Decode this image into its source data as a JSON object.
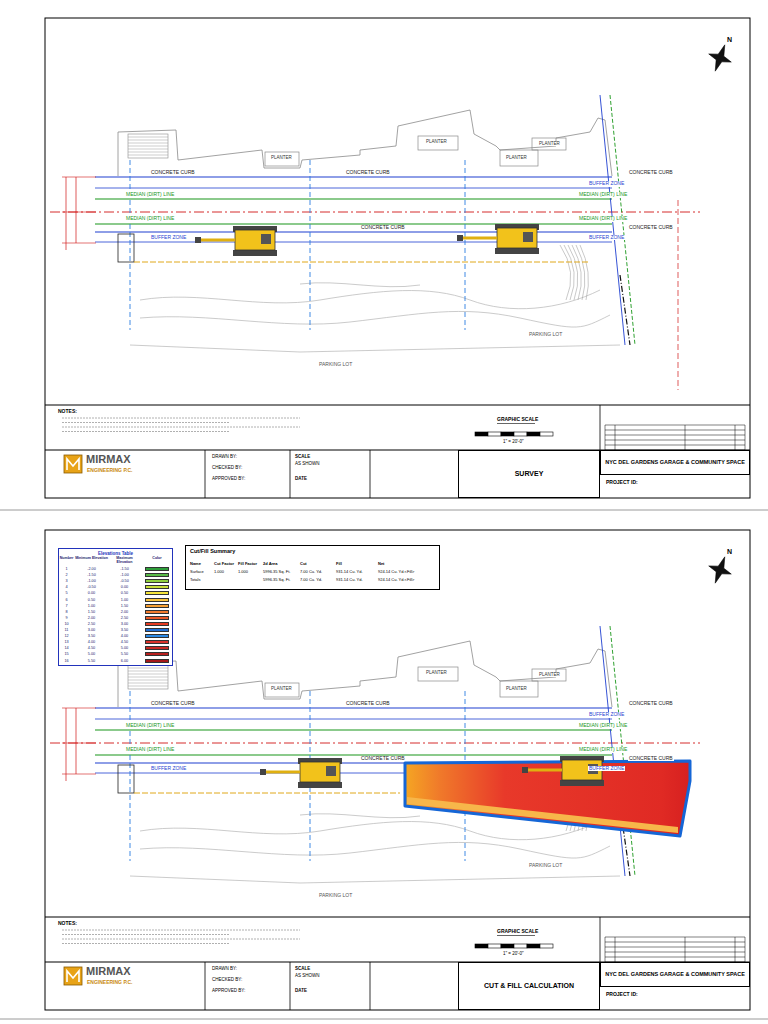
{
  "diagram": {
    "nodes": [
      {
        "text": [
          "SURVEY"
        ]
      },
      {
        "text": [
          "NYC DEL GARDENS GARAGE & COMMUNITY SPACE"
        ]
      },
      {
        "text": [
          "Elevations Table"
        ]
      },
      {
        "text": [
          "Cut/Fill Summary"
        ]
      },
      {
        "text": [
          "CUT & FILL CALCULATION"
        ]
      },
      {
        "text": [
          "NYC DEL GARDENS GARAGE & COMMUNITY SPACE"
        ]
      }
    ],
    "labels": [
      "CONCRETE CURB",
      "CONCRETE CURB",
      "CONCRETE CURB",
      "BUFFER ZONE",
      "MEDIAN (DIRT) LINE",
      "MEDIAN (DIRT) LINE",
      "MEDIAN (DIRT) LINE",
      "MEDIAN (DIRT) LINE",
      "CONCRETE CURB",
      "CONCRETE CURB",
      "BUFFER ZONE",
      "BUFFER ZONE",
      "PLANTER",
      "PLANTER",
      "PLANTER",
      "PLANTER",
      "PARKING LOT",
      "PARKING LOT",
      "N",
      "NOTES:",
      "GRAPHIC SCALE",
      "1\" = 20'-0\"",
      "DRAWN BY:",
      "CHECKED BY:",
      "APPROVED BY:",
      "SCALE",
      "AS SHOWN",
      "DATE",
      "MIRMAX",
      "ENGINEERING P.C.",
      "PROJECT ID:",
      "CONCRETE CURB",
      "CONCRETE CURB",
      "CONCRETE CURB",
      "BUFFER ZONE",
      "MEDIAN (DIRT) LINE",
      "MEDIAN (DIRT) LINE",
      "MEDIAN (DIRT) LINE",
      "MEDIAN (DIRT) LINE",
      "CONCRETE CURB",
      "CONCRETE CURB",
      "BUFFER ZONE",
      "BUFFER ZONE",
      "PLANTER",
      "PLANTER",
      "PLANTER",
      "PLANTER",
      "PARKING LOT",
      "PARKING LOT",
      "N",
      "NOTES:",
      "GRAPHIC SCALE",
      "1\" = 20'-0\"",
      "DRAWN BY:",
      "CHECKED BY:",
      "APPROVED BY:",
      "SCALE",
      "AS SHOWN",
      "DATE",
      "MIRMAX",
      "ENGINEERING P.C.",
      "PROJECT ID:",
      "Name",
      "Cut Factor",
      "Fill Factor",
      "2d Area",
      "Cut",
      "Fill",
      "Net",
      "Surface",
      "1.000",
      "1.000",
      "5996.35 Sq. Ft.",
      "7.00 Cu. Yd.",
      "931.14 Cu. Yd.",
      "924.14 Cu. Yd.<Fill>",
      "Totals",
      "5996.35 Sq. Ft.",
      "7.00 Cu. Yd.",
      "931.14 Cu. Yd.",
      "924.14 Cu. Yd.<Fill>",
      "Number",
      "Minimum Elevation",
      "Maximum Elevation",
      "Color",
      "-2.00",
      "-1.50",
      "-1.50",
      "-1.00",
      "-1.00",
      "-0.50",
      "-0.50",
      "0.00",
      "0.00",
      "0.50",
      "0.50",
      "1.00",
      "1.00",
      "1.50",
      "1.50",
      "2.00",
      "2.00",
      "2.50",
      "2.50",
      "3.00",
      "3.00",
      "3.50",
      "3.50",
      "4.00",
      "4.00",
      "4.50",
      "4.50",
      "5.00",
      "5.00",
      "5.50",
      "5.50",
      "6.00"
    ],
    "legend": [
      {
        "text": "1",
        "color": "#2e9e3a"
      },
      {
        "text": "2",
        "color": "#58b947"
      },
      {
        "text": "3",
        "color": "#8fce3f"
      },
      {
        "text": "4",
        "color": "#c9df3a"
      },
      {
        "text": "5",
        "color": "#f6e53a"
      },
      {
        "text": "6",
        "color": "#f9c23c"
      },
      {
        "text": "7",
        "color": "#f7a035"
      },
      {
        "text": "8",
        "color": "#f27c2e"
      },
      {
        "text": "9",
        "color": "#ec5a28"
      },
      {
        "text": "10",
        "color": "#e53b22"
      },
      {
        "text": "11",
        "color": "#1f6fd6"
      },
      {
        "text": "12",
        "color": "#2a8ae6"
      },
      {
        "text": "13",
        "color": "#d8322a"
      },
      {
        "text": "14",
        "color": "#c92a24"
      },
      {
        "text": "15",
        "color": "#b8211f"
      },
      {
        "text": "16",
        "color": "#a5181a"
      }
    ]
  }
}
